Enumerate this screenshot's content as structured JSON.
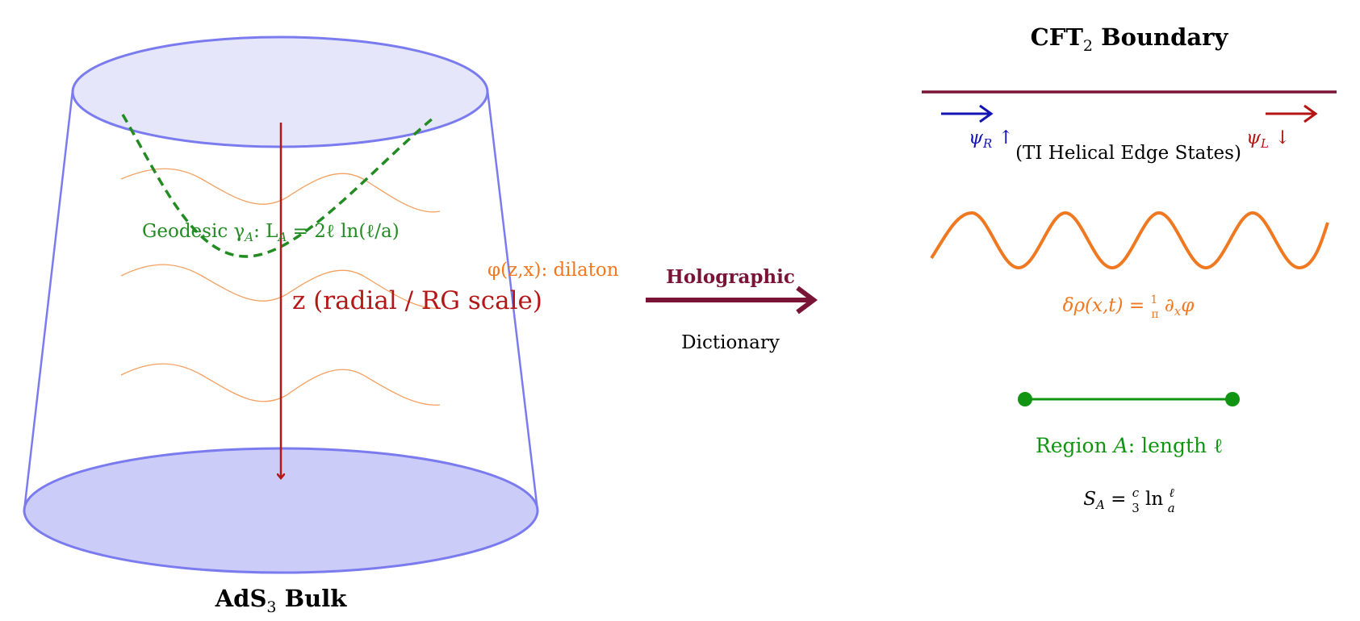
{
  "bulk": {
    "label_main": "AdS",
    "label_sub": "3",
    "label_tail": " Bulk",
    "radial_label": "z (radial / RG scale)",
    "geodesic_label": "Geodesic γ",
    "geodesic_sub": "A",
    "geodesic_formula": ": L",
    "geodesic_formula_sub": "A",
    "geodesic_formula_tail": " = 2ℓ ln(ℓ/a)",
    "dilaton_label": "φ(z,x): dilaton"
  },
  "dictionary": {
    "top": "Holographic",
    "bottom": "Dictionary"
  },
  "boundary": {
    "title_main": "CFT",
    "title_sub": "2",
    "title_tail": " Boundary",
    "psi_r": "ψ",
    "psi_r_sub": "R",
    "psi_r_arrow": " ↑",
    "psi_l": "ψ",
    "psi_l_sub": "L",
    "psi_l_arrow": " ↓",
    "edge_states": "(TI Helical Edge States)",
    "density": "δρ(x,t) = ",
    "density_frac_num": "1",
    "density_frac_den": "π",
    "density_tail": " ∂",
    "density_tail_sub": "x",
    "density_tail_end": "φ",
    "region_label": "Region ",
    "region_var": "A",
    "region_tail": ": length ℓ",
    "entropy_lhs": "S",
    "entropy_lhs_sub": "A",
    "entropy_eq": " = ",
    "entropy_frac_num": "c",
    "entropy_frac_den": "3",
    "entropy_ln": " ln ",
    "entropy_frac2_num": "ℓ",
    "entropy_frac2_den": "a"
  },
  "colors": {
    "cylinder": "#7b7bf0",
    "cylinder_fill_top": "#e6e6fb",
    "cylinder_fill_bottom": "#ccccf8",
    "radial": "#b31717",
    "geodesic": "#228b22",
    "dilaton": "#f07820",
    "dictionary": "#7a1437",
    "psi_r": "#1414b4",
    "psi_l": "#b41414",
    "region": "#119411"
  }
}
